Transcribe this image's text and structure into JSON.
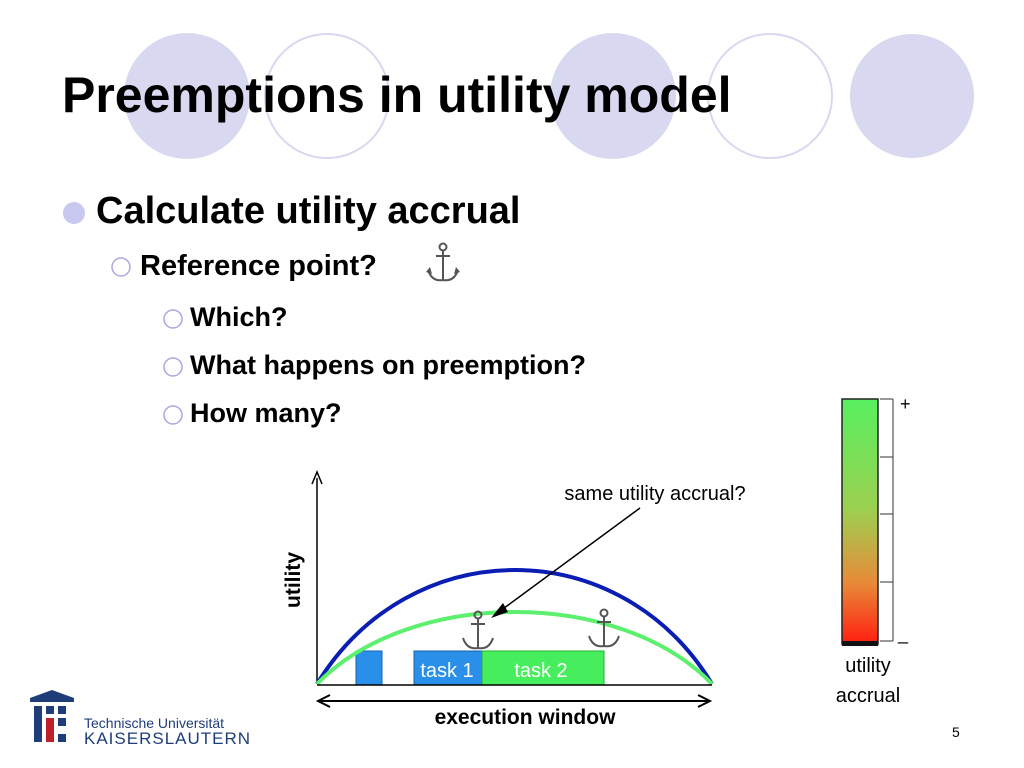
{
  "slide": {
    "title": "Preemptions in utility model",
    "bullet_main": "Calculate utility accrual",
    "sub_bullet": "Reference point?",
    "sub_sub_bullets": [
      "Which?",
      "What happens on preemption?",
      "How many?"
    ],
    "page_number": "5"
  },
  "diagram": {
    "y_axis_label": "utility",
    "x_axis_label": "execution window",
    "callout": "same utility accrual?",
    "task1_label": "task 1",
    "task2_label": "task 2",
    "scale_plus": "+",
    "scale_minus": "_",
    "scale_label_line1": "utility",
    "scale_label_line2": "accrual",
    "colors": {
      "high_curve": "#0a1eb4",
      "low_curve": "#5cf06e",
      "task_blue": "#2a8fe8",
      "task_green": "#46ee5e"
    },
    "icons": [
      "anchor-icon"
    ]
  },
  "logo": {
    "line1": "Technische Universität",
    "line2": "KAISERSLAUTERN"
  }
}
